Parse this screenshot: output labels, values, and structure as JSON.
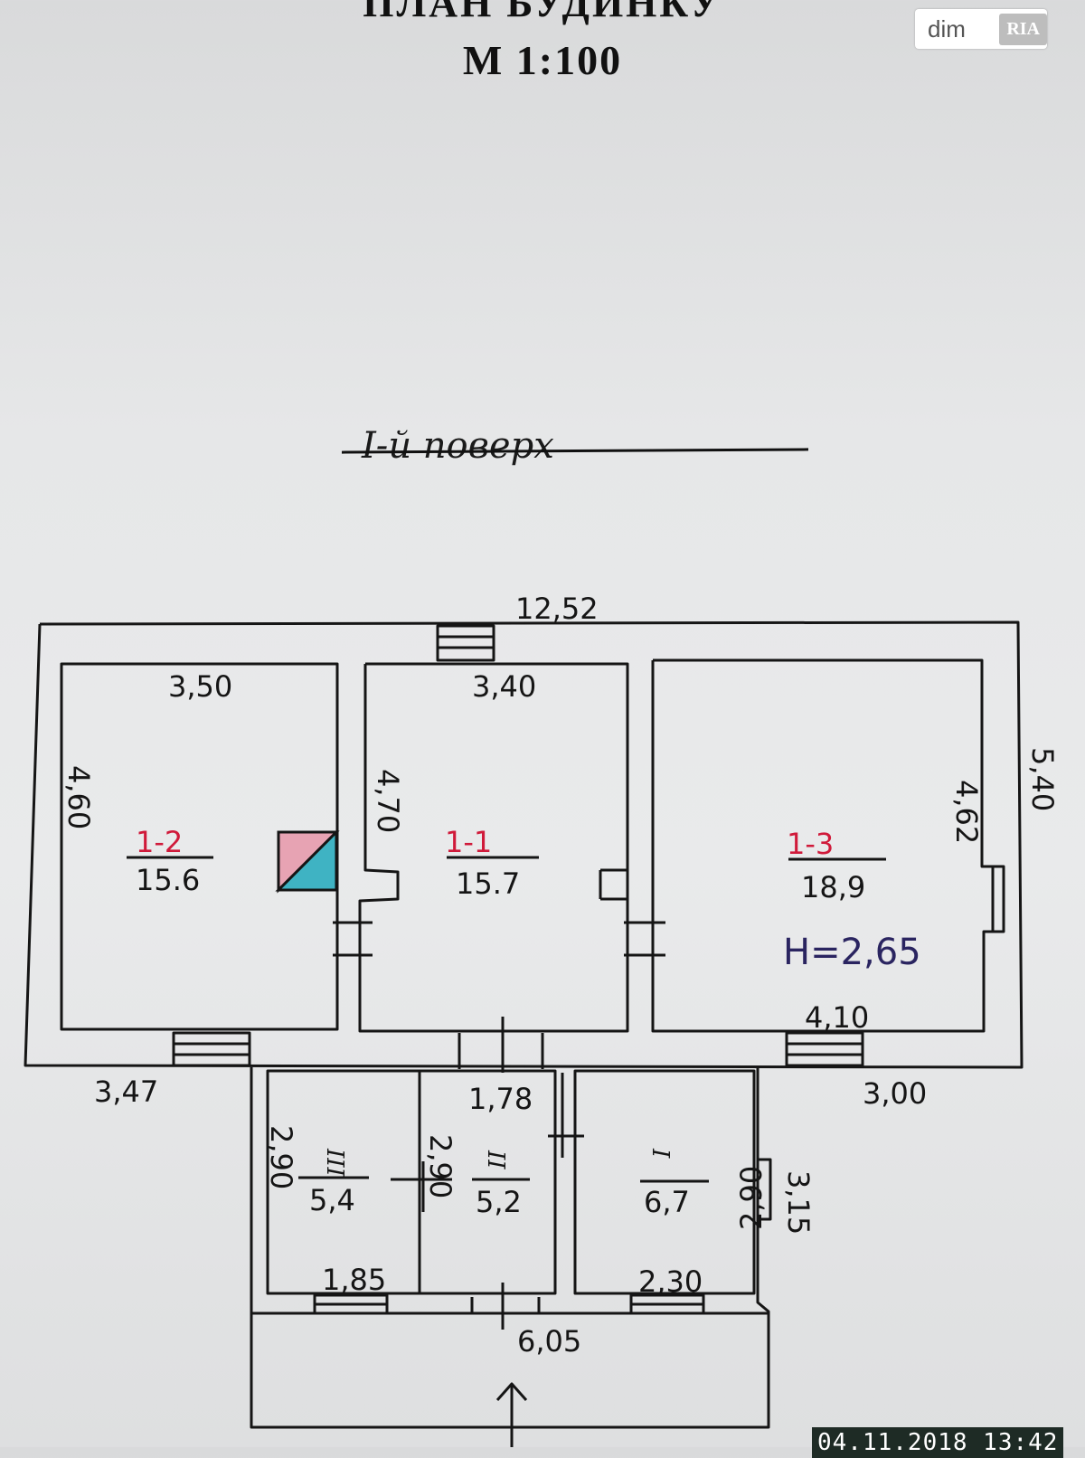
{
  "header": {
    "title": "ПЛАН БУДИНКУ",
    "scale": "М 1:100",
    "floor": "I-й поверх"
  },
  "watermark": {
    "brand": "dim",
    "logo": "RIA"
  },
  "timestamp": "04.11.2018 13:42",
  "plan": {
    "overall_width": "12,52",
    "overall_depth": "5,40",
    "rooms": [
      {
        "number": "1-2",
        "area": "15.6",
        "width": "3,50",
        "depth": "4,60"
      },
      {
        "number": "1-1",
        "area": "15.7",
        "width": "3,40",
        "depth": "4,70"
      },
      {
        "number": "1-3",
        "area": "18,9",
        "width": "4,10",
        "depth": "4,62",
        "height": "H=2,65"
      }
    ],
    "annex_rooms": [
      {
        "number": "III",
        "area": "5,4",
        "width": "1,85",
        "depth": "2,90"
      },
      {
        "number": "II",
        "area": "5,2",
        "width": "1,78",
        "depth": "2,90"
      },
      {
        "number": "I",
        "area": "6,7",
        "width": "2,30",
        "depth": "2,90"
      }
    ],
    "segments": {
      "left_bottom": "3,47",
      "right_bottom": "3,00",
      "annex_width": "6,05",
      "annex_side": "3,15"
    },
    "colors": {
      "stove_pink": "#e7a3b3",
      "stove_teal": "#3fb3c3",
      "room_number": "#d01a3a",
      "ink": "#151515"
    }
  }
}
